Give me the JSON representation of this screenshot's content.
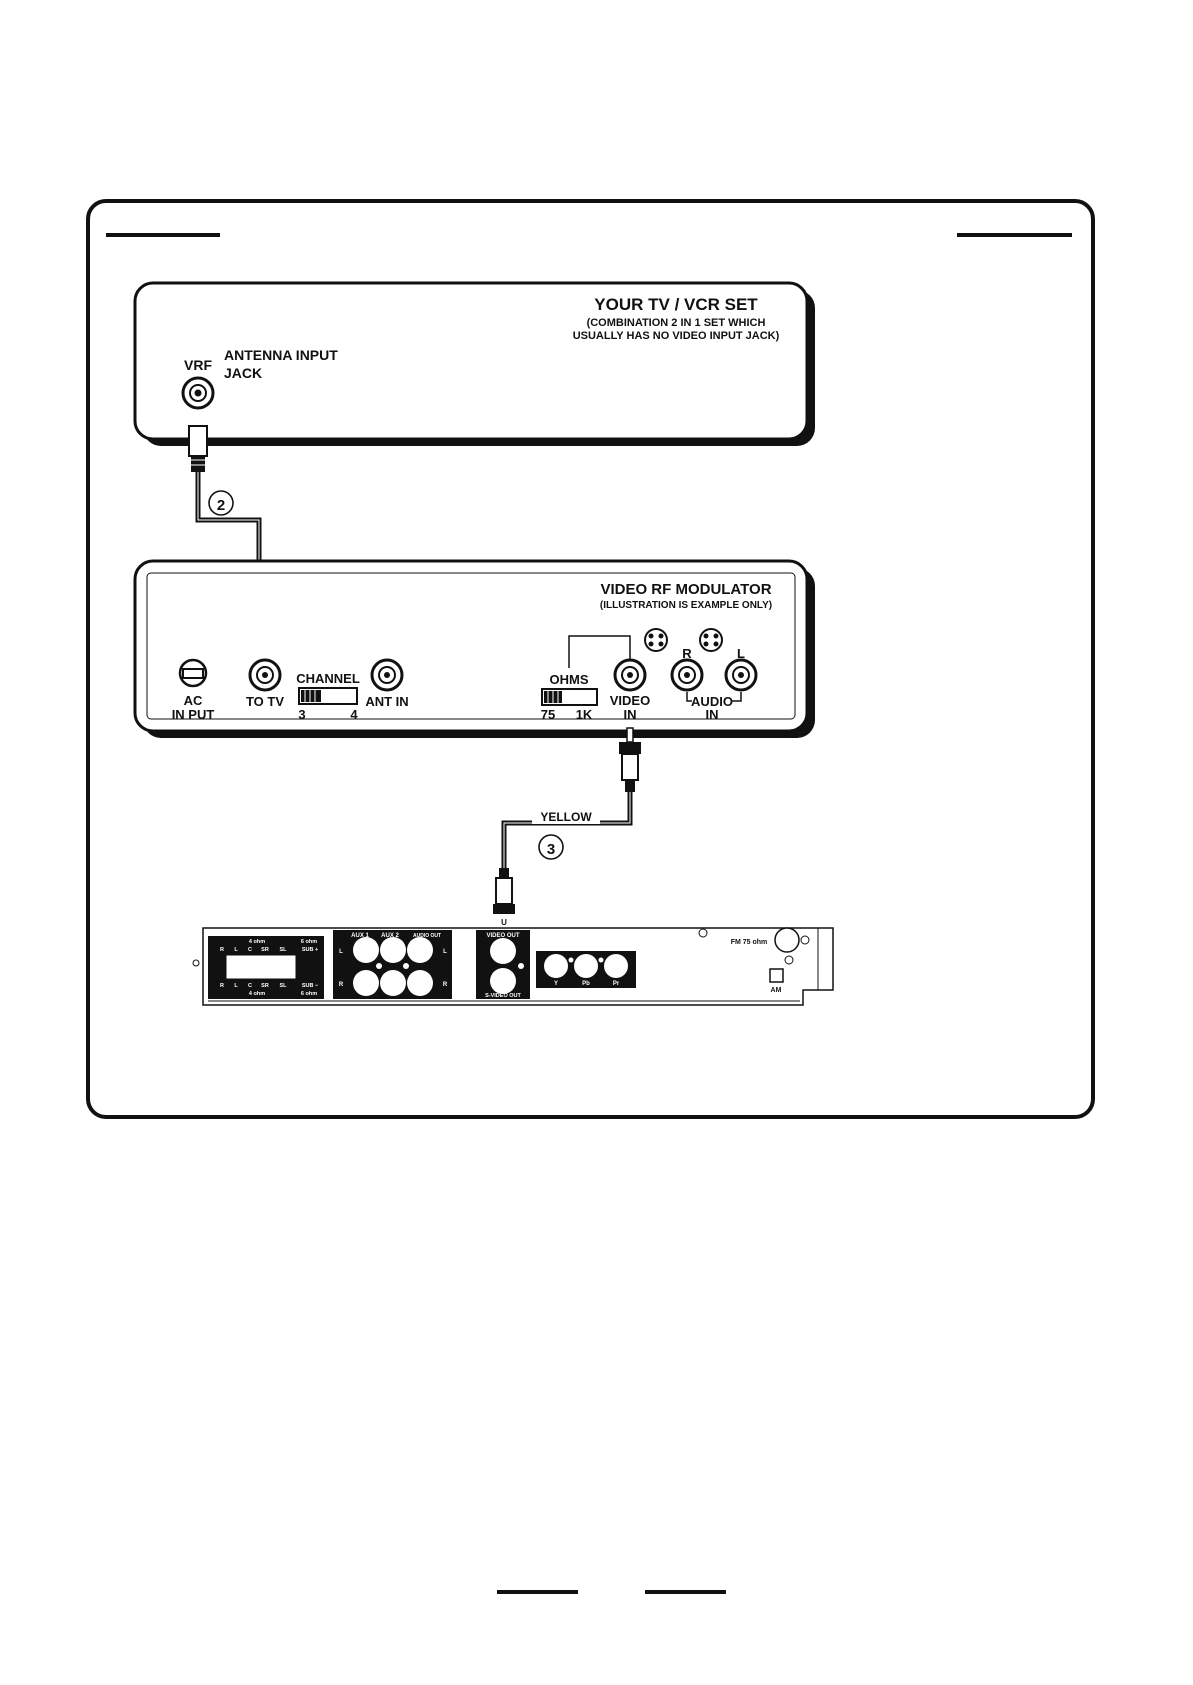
{
  "tv_set": {
    "title": "YOUR TV / VCR SET",
    "subtitle_line1": "(COMBINATION 2 IN 1 SET WHICH",
    "subtitle_line2": "USUALLY HAS NO VIDEO INPUT JACK)",
    "vrf_label": "VRF",
    "antenna_line1": "ANTENNA INPUT",
    "antenna_line2": "JACK"
  },
  "cable_step_2": "②",
  "modulator": {
    "title": "VIDEO RF MODULATOR",
    "subtitle": "(ILLUSTRATION IS EXAMPLE ONLY)",
    "ac_line1": "AC",
    "ac_line2": "IN PUT",
    "to_tv": "TO TV",
    "channel": "CHANNEL",
    "channel_3": "3",
    "channel_4": "4",
    "ant_in": "ANT IN",
    "ohms": "OHMS",
    "ohms_75": "75",
    "ohms_1k": "1K",
    "video_line1": "VIDEO",
    "video_line2": "IN",
    "audio_r": "R",
    "audio_l": "L",
    "audio_line1": "AUDIO",
    "audio_line2": "IN"
  },
  "cable_step_3": "③",
  "cable_color": "YELLOW",
  "player": {
    "plug_label": "U",
    "spk_top_header": "4 ohm",
    "spk_top_header_sub": "6 ohm",
    "spk_channels": [
      "R",
      "L",
      "C",
      "SR",
      "SL"
    ],
    "spk_sub_plus": "SUB +",
    "spk_sub_minus": "SUB −",
    "spk_bottom_header": "4 ohm",
    "spk_bottom_header_sub": "6 ohm",
    "aux1": "AUX 1",
    "aux2": "AUX 2",
    "audio_out": "AUDIO OUT",
    "aux_l": "L",
    "aux_r": "R",
    "video_out": "VIDEO OUT",
    "svideo_out": "S-VIDEO OUT",
    "comp_y": "Y",
    "comp_pb": "Pb",
    "comp_pr": "Pr",
    "fm": "FM 75 ohm",
    "am": "AM"
  }
}
